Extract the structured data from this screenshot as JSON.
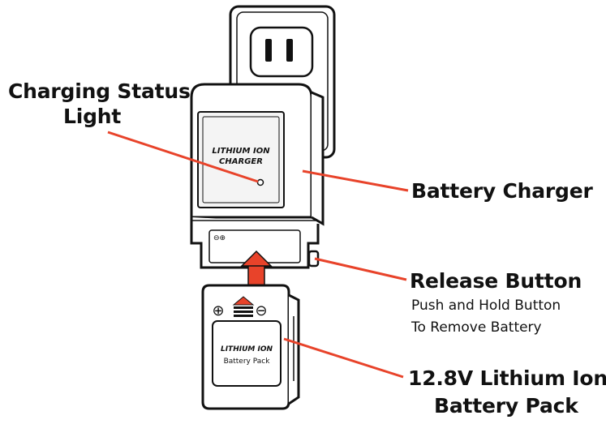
{
  "charger": {
    "brand_line1": "LITHIUM ION",
    "brand_line2": "CHARGER"
  },
  "battery": {
    "brand_line1": "LITHIUM ION",
    "brand_line2": "Battery Pack",
    "plus_symbol": "⊕",
    "minus_symbol": "⊖"
  },
  "callouts": {
    "charging_status": {
      "line1": "Charging Status",
      "line2": "Light"
    },
    "battery_charger": {
      "title": "Battery Charger"
    },
    "release_button": {
      "title": "Release Button",
      "detail_line1": "Push and Hold Button",
      "detail_line2": "To Remove Battery"
    },
    "battery_pack": {
      "line1": "12.8V Lithium Ion",
      "line2": "Battery Pack"
    }
  },
  "colors": {
    "leader_line": "#e8432a",
    "arrow": "#e8432a",
    "outline": "#111111",
    "screen_fill": "#f4f4f4"
  }
}
